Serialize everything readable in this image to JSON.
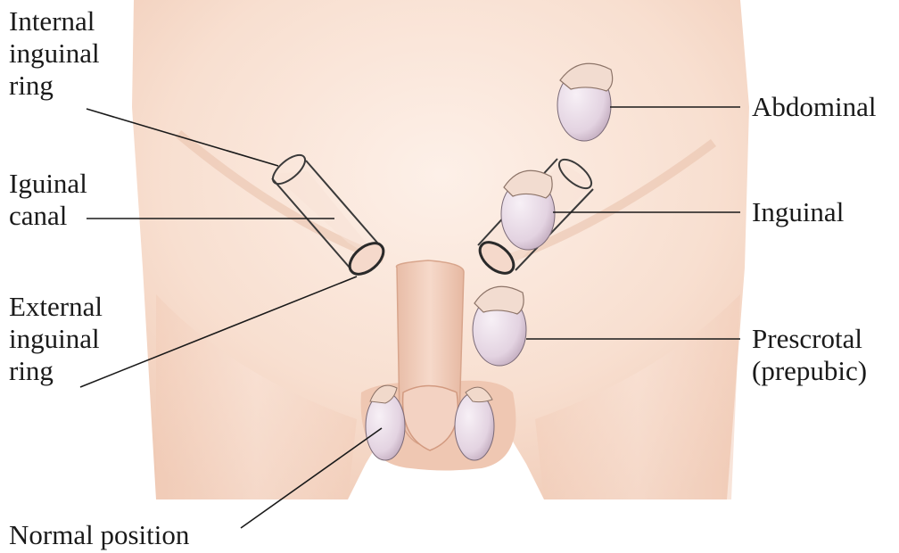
{
  "labels": {
    "internal_ring": [
      "Internal",
      "inguinal",
      "ring"
    ],
    "inguinal_canal": [
      "Iguinal",
      "canal"
    ],
    "external_ring": [
      "External",
      "inguinal",
      "ring"
    ],
    "normal_position": "Normal position",
    "abdominal": "Abdominal",
    "inguinal": "Inguinal",
    "prescrotal": [
      "Prescrotal",
      "(prepubic)"
    ]
  },
  "colors": {
    "skin_light": "#fbe9df",
    "skin_mid": "#f3d0bd",
    "skin_shadow": "#e2b39c",
    "testis": "#ece0ea",
    "testis_shade": "#c9b4c6",
    "epididymis": "#f0d6c8",
    "outline": "#2a2a2a",
    "leader": "#1a1a1a"
  }
}
